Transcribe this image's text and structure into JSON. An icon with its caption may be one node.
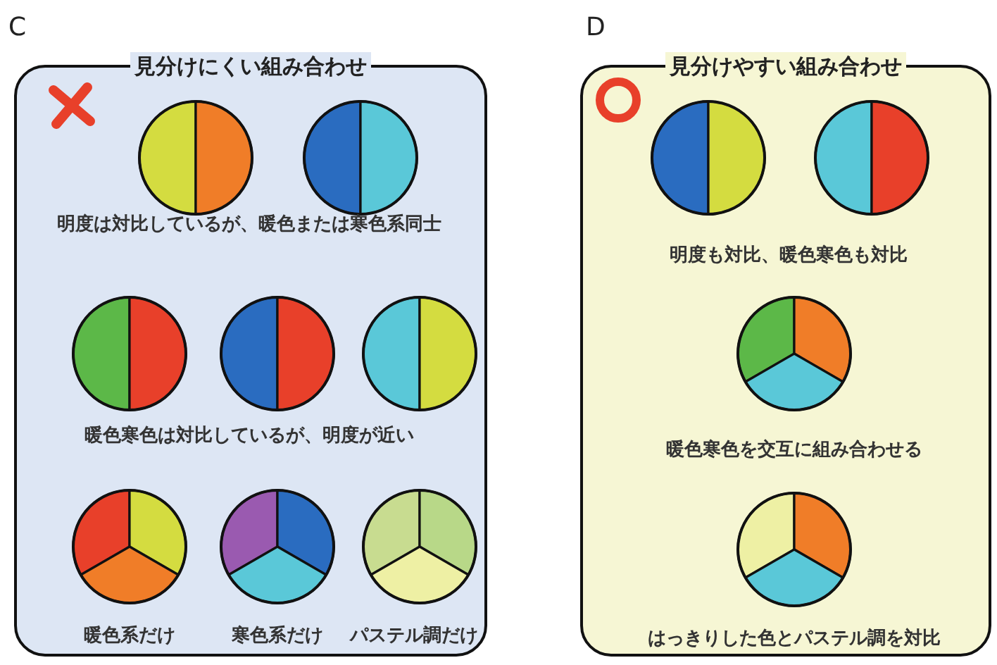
{
  "diagram": {
    "nodes": [
      {
        "text": [
          "見分けにくい組み合わせ",
          "明度は対比しているが、暖色または寒色系同士",
          "暖色寒色は対比しているが、明度が近い",
          "暖色系だけ",
          "寒色系だけ",
          "パステル調だけ"
        ],
        "beside": [
          "C"
        ]
      },
      {
        "text": [
          "見分けやすい組み合わせ",
          "明度も対比、暖色寒色も対比",
          "暖色寒色を交互に組み合わせる",
          "はっきりした色とパステル調を対比"
        ],
        "beside": [
          "D"
        ]
      }
    ]
  }
}
